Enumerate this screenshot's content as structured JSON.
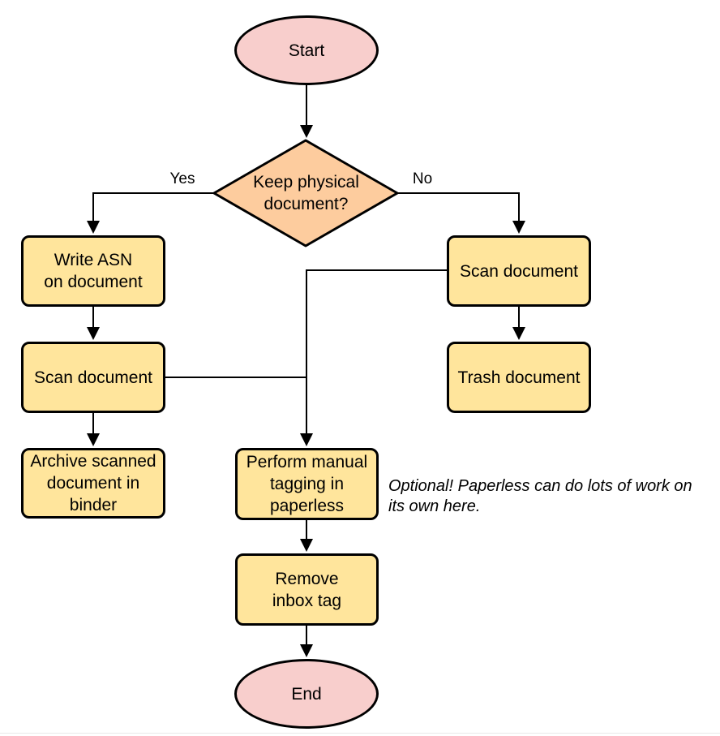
{
  "palette": {
    "background": "#FFFFFF",
    "terminal_fill": "#F8CECC",
    "decision_fill": "#FDCC9E",
    "process_fill": "#FFE59C",
    "stroke": "#000000",
    "text": "#000000",
    "footer_hairline": "#E9E9E9"
  },
  "nodes": {
    "start": {
      "shape": "ellipse",
      "label": "Start",
      "lines": [
        "Start"
      ]
    },
    "decision": {
      "shape": "diamond",
      "label": "Keep physical document?",
      "lines": [
        "Keep physical",
        "document?"
      ]
    },
    "write_asn": {
      "shape": "process",
      "label": "Write ASN on document",
      "lines": [
        "Write ASN",
        "on document"
      ]
    },
    "scan_left": {
      "shape": "process",
      "label": "Scan document",
      "lines": [
        "Scan document"
      ]
    },
    "archive": {
      "shape": "process",
      "label": "Archive scanned document in binder",
      "lines": [
        "Archive scanned",
        "document in",
        "binder"
      ]
    },
    "scan_right": {
      "shape": "process",
      "label": "Scan document",
      "lines": [
        "Scan document"
      ]
    },
    "trash": {
      "shape": "process",
      "label": "Trash document",
      "lines": [
        "Trash document"
      ]
    },
    "tagging": {
      "shape": "process",
      "label": "Perform manual tagging in paperless",
      "lines": [
        "Perform manual",
        "tagging in",
        "paperless"
      ]
    },
    "remove": {
      "shape": "process",
      "label": "Remove inbox tag",
      "lines": [
        "Remove",
        "inbox tag"
      ]
    },
    "end": {
      "shape": "ellipse",
      "label": "End",
      "lines": [
        "End"
      ]
    }
  },
  "edge_labels": {
    "yes": "Yes",
    "no": "No"
  },
  "edges": [
    {
      "from": "start",
      "to": "decision",
      "label": ""
    },
    {
      "from": "decision",
      "to": "write_asn",
      "label": "Yes"
    },
    {
      "from": "decision",
      "to": "scan_right",
      "label": "No"
    },
    {
      "from": "write_asn",
      "to": "scan_left",
      "label": ""
    },
    {
      "from": "scan_left",
      "to": "archive",
      "label": ""
    },
    {
      "from": "scan_right",
      "to": "trash",
      "label": ""
    },
    {
      "from": "scan_right",
      "to": "tagging",
      "label": ""
    },
    {
      "from": "scan_left",
      "to": "tagging",
      "label": ""
    },
    {
      "from": "tagging",
      "to": "remove",
      "label": ""
    },
    {
      "from": "remove",
      "to": "end",
      "label": ""
    }
  ],
  "annotation": {
    "label": "Optional! Paperless can do lots of work on its own here.",
    "lines": [
      "Optional! Paperless can do lots of work on",
      "its own here."
    ]
  }
}
